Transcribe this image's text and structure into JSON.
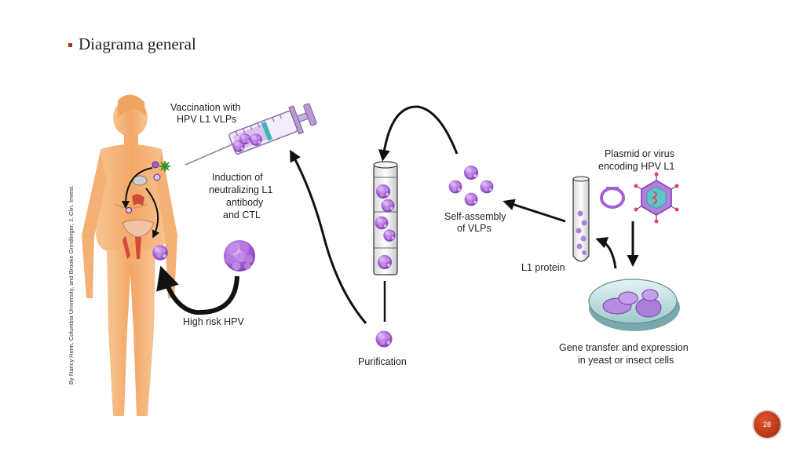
{
  "slide": {
    "bullet_title": "Diagrama general",
    "page_number": "28"
  },
  "diagram": {
    "credit": "By Nancy Heim, Columbia University, and Brooke Grindlinger, J. Clin. Invest.",
    "labels": {
      "vaccination_1": "Vaccination with",
      "vaccination_2": "HPV L1 VLPs",
      "induction_1": "Induction of",
      "induction_2": "neutralizing L1",
      "induction_3": "antibody",
      "induction_4": "and CTL",
      "high_risk": "High risk HPV",
      "purification": "Purification",
      "self_assembly_1": "Self-assembly",
      "self_assembly_2": "of VLPs",
      "plasmid_1": "Plasmid or virus",
      "plasmid_2": "encoding  HPV L1",
      "l1_protein": "L1 protein",
      "gene_transfer_1": "Gene transfer and expression",
      "gene_transfer_2": "in yeast or insect cells"
    },
    "colors": {
      "skin": "#f6b47a",
      "vlp": "#a55fd6",
      "arrow": "#111111",
      "accent": "#b63413"
    }
  }
}
